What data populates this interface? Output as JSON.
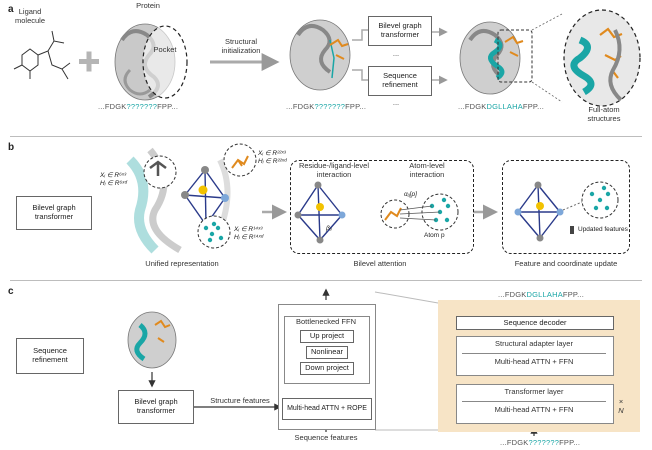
{
  "panel_a": {
    "letter": "a",
    "ligand_label": "Ligand\nmolecule",
    "protein_label": "Protein",
    "pocket_label": "Pocket",
    "init_label": "Structural\ninitialization",
    "bgt_label": "Bilevel graph\ntransformer",
    "seqref_label": "Sequence\nrefinement",
    "ellipsis": "...",
    "full_atom_label": "Full-atom\nstructures",
    "seq_initial": {
      "pre": "...FDGK",
      "mid": "???????",
      "post": "FPP..."
    },
    "seq_mid": {
      "pre": "...FDGK",
      "mid": "???????",
      "post": "FPP..."
    },
    "seq_final": {
      "pre": "...FDGK",
      "mid": "DGLLAHA",
      "post": "FPP..."
    }
  },
  "panel_b": {
    "letter": "b",
    "bgt_label": "Bilevel graph\ntransformer",
    "xh_left": "Xᵢ ∈ R⁶ˣ³\nHᵢ ∈ R⁶ˣᵈ",
    "xh_top": "Xᵢ ∈ R²²ˣ³\nHᵢ ∈ R²²ˣᵈ",
    "xh_bottom": "Xᵢ ∈ R¹⁴ˣ³\nHᵢ ∈ R¹⁴ˣᵈ",
    "unified_label": "Unified representation",
    "residue_label": "Residue-/ligand-level\ninteraction",
    "atom_label": "Atom-level\ninteraction",
    "beta_label": "βᵢⱼ",
    "alpha_label": "αᵢⱼ[p]",
    "atom_p_label": "Atom p",
    "bilevel_attn_label": "Bilevel attention",
    "updated_label": "Updated features",
    "feat_update_label": "Feature and coordinate update"
  },
  "panel_c": {
    "letter": "c",
    "seqref_label": "Sequence\nrefinement",
    "bgt_label": "Bilevel graph\ntransformer",
    "struct_feat_label": "Structure features",
    "seq_feat_label": "Sequence features",
    "ffn_title": "Bottlenecked FFN",
    "up_project": "Up project",
    "nonlinear": "Nonlinear",
    "down_project": "Down project",
    "mha_rope": "Multi-head ATTN + ROPE",
    "output_seq": {
      "pre": "...FDGK",
      "mid": "DGLLAHA",
      "post": "FPP..."
    },
    "input_seq": {
      "pre": "...FDGK",
      "mid": "???????",
      "post": "FPP..."
    },
    "seq_decoder": "Sequence decoder",
    "struct_adapter": "Structural adapter layer",
    "mha_ffn_1": "Multi-head ATTN + FFN",
    "transformer_layer": "Transformer layer",
    "mha_ffn_2": "Multi-head ATTN + FFN",
    "times_n": "×\nN"
  },
  "colors": {
    "teal": "#1aa6a6",
    "orange": "#e08a1e",
    "yellow": "#f2c200",
    "blue": "#7da7d9",
    "beige": "#f7e4c6"
  }
}
